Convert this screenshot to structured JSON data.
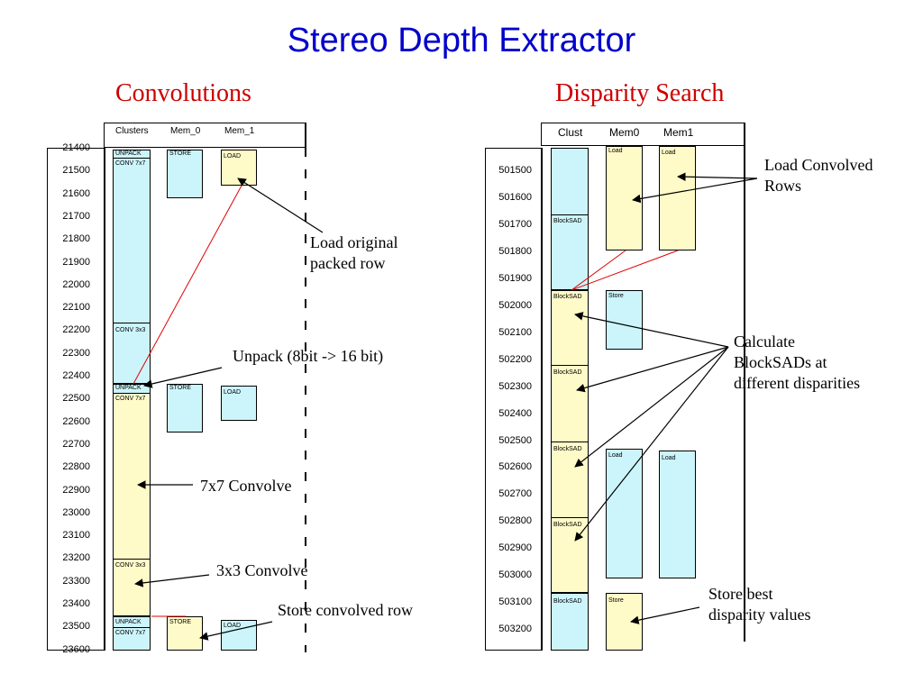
{
  "title": "Stereo Depth Extractor",
  "left": {
    "subtitle": "Convolutions",
    "headers": [
      "Clusters",
      "Mem_0",
      "Mem_1"
    ],
    "ticks": [
      "21400",
      "21500",
      "21600",
      "21700",
      "21800",
      "21900",
      "22000",
      "22100",
      "22200",
      "22300",
      "22400",
      "22500",
      "22600",
      "22700",
      "22800",
      "22900",
      "23000",
      "23100",
      "23200",
      "23300",
      "23400",
      "23500",
      "23600"
    ],
    "labels": {
      "unpack1": "UNPACK",
      "conv7a": "CONV 7x7",
      "store1": "STORE",
      "load1": "LOAD",
      "conv3a": "CONV 3x3",
      "unpack2": "UNPACK",
      "conv7b": "CONV 7x7",
      "store2": "STORE",
      "load2": "LOAD",
      "conv3b": "CONV 3x3",
      "unpack3": "UNPACK",
      "conv7c": "CONV 7x7",
      "store3": "STORE",
      "load3": "LOAD"
    }
  },
  "right": {
    "subtitle": "Disparity Search",
    "headers": [
      "Clust",
      "Mem0",
      "Mem1"
    ],
    "ticks": [
      "501500",
      "501600",
      "501700",
      "501800",
      "501900",
      "502000",
      "502100",
      "502200",
      "502300",
      "502400",
      "502500",
      "502600",
      "502700",
      "502800",
      "502900",
      "503000",
      "503100",
      "503200"
    ],
    "labels": {
      "load_a": "Load",
      "load_b": "Load",
      "bsad1": "BlockSAD",
      "bsad2": "BlockSAD",
      "store1": "Store",
      "bsad3": "BlockSAD",
      "bsad4": "BlockSAD",
      "load_c": "Load",
      "load_d": "Load",
      "bsad5": "BlockSAD",
      "bsad6": "BlockSAD",
      "store2": "Store"
    }
  },
  "annotations": {
    "load_original_1": "Load original",
    "load_original_2": "packed row",
    "unpack": "Unpack (8bit -> 16 bit)",
    "convolve7": "7x7 Convolve",
    "convolve3": "3x3 Convolve",
    "store_row": "Store convolved row",
    "load_convolved_1": "Load Convolved",
    "load_convolved_2": "Rows",
    "calc_1": "Calculate",
    "calc_2": "BlockSADs at",
    "calc_3": "different disparities",
    "store_best_1": "Store best",
    "store_best_2": "disparity values"
  }
}
